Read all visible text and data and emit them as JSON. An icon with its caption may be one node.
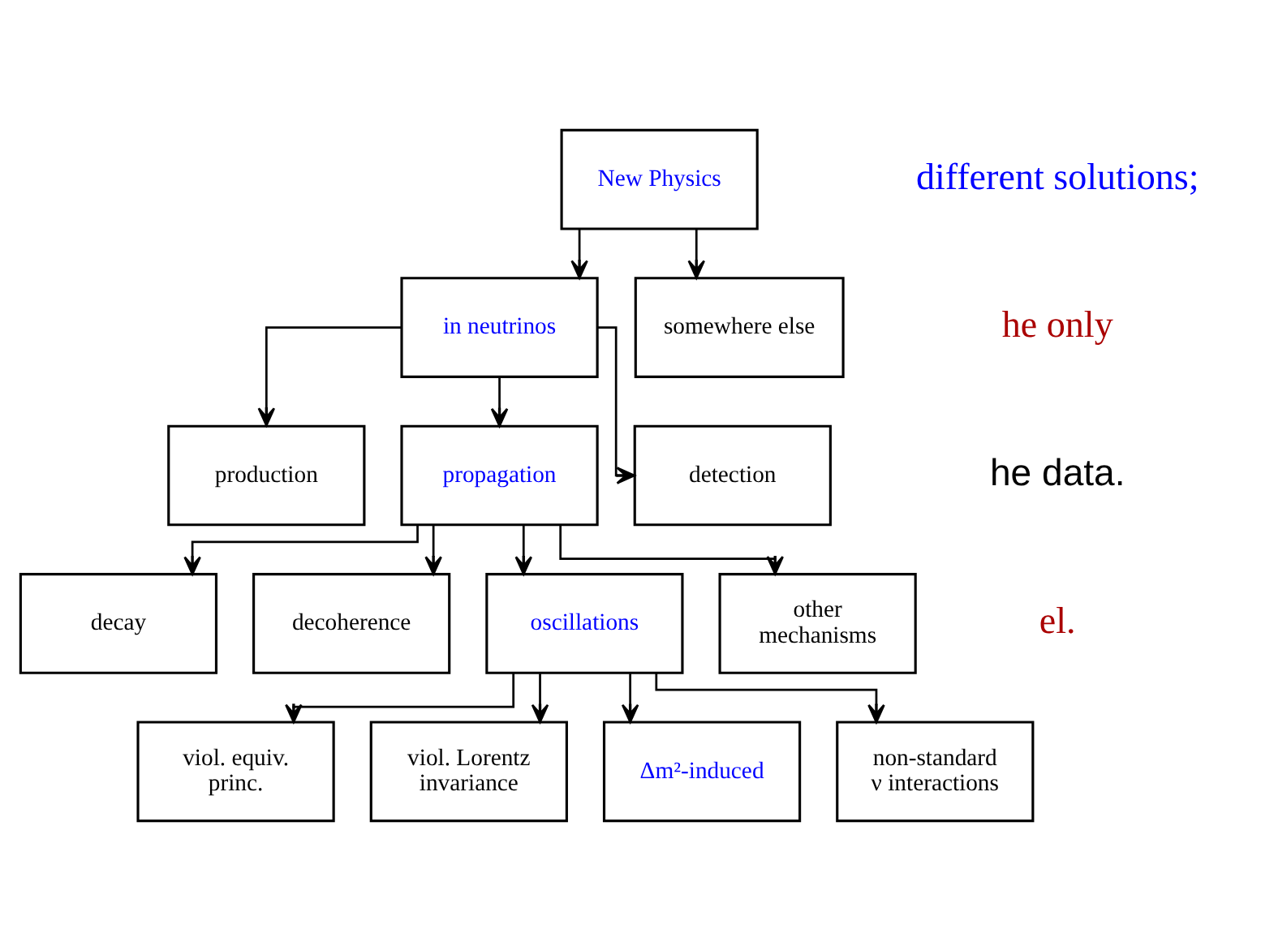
{
  "diagram": {
    "nodes": [
      {
        "text": [
          "New Physics"
        ]
      },
      {
        "text": [
          "in neutrinos"
        ]
      },
      {
        "text": [
          "somewhere else"
        ]
      },
      {
        "text": [
          "production"
        ]
      },
      {
        "text": [
          "propagation"
        ]
      },
      {
        "text": [
          "detection"
        ]
      },
      {
        "text": [
          "decay"
        ]
      },
      {
        "text": [
          "decoherence"
        ]
      },
      {
        "text": [
          "oscillations"
        ]
      },
      {
        "text": [
          "other mechanisms"
        ]
      },
      {
        "text": [
          "viol. equiv. princ."
        ]
      },
      {
        "text": [
          "viol. Lorentz invariance"
        ]
      },
      {
        "text": [
          "Δm²-induced"
        ]
      },
      {
        "text": [
          "non-standard ν interactions"
        ]
      }
    ],
    "edges": [
      {
        "from": 0,
        "to": 1,
        "arrow": "to"
      },
      {
        "from": 0,
        "to": 2,
        "arrow": "to"
      },
      {
        "from": 1,
        "to": 3,
        "arrow": "to"
      },
      {
        "from": 1,
        "to": 4,
        "arrow": "to"
      },
      {
        "from": 1,
        "to": 5,
        "arrow": "to"
      },
      {
        "from": 4,
        "to": 6,
        "arrow": "to"
      },
      {
        "from": 4,
        "to": 7,
        "arrow": "to"
      },
      {
        "from": 4,
        "to": 8,
        "arrow": "to"
      },
      {
        "from": 4,
        "to": 9,
        "arrow": "to"
      },
      {
        "from": 8,
        "to": 10,
        "arrow": "to"
      },
      {
        "from": 8,
        "to": 11,
        "arrow": "to"
      },
      {
        "from": 8,
        "to": 12,
        "arrow": "to"
      },
      {
        "from": 8,
        "to": 13,
        "arrow": "to"
      }
    ],
    "labels": [
      "different solutions;",
      "he only",
      "he data.",
      "el."
    ]
  }
}
